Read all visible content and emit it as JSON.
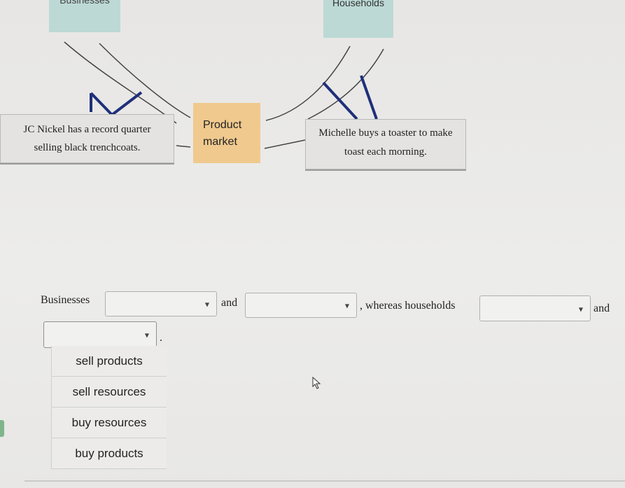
{
  "diagram": {
    "top_left_label_cut": "Businesses",
    "households_label": "Households",
    "left_card_lines": [
      "JC Nickel has a record quarter",
      "selling black trenchcoats."
    ],
    "market_lines": [
      "Product",
      "market"
    ],
    "right_card_lines": [
      "Michelle buys a toaster to make",
      "toast each morning."
    ]
  },
  "question": {
    "prefix": "Businesses",
    "and1": "and",
    "middle": ", whereas households",
    "and2": "and",
    "end": "."
  },
  "dropdown": {
    "options": [
      "sell products",
      "sell resources",
      "buy resources",
      "buy products"
    ]
  },
  "colors": {
    "teal_box": "#bcd9d5",
    "market_box": "#f0c98e",
    "arrow_dark": "#1f2f7a"
  }
}
